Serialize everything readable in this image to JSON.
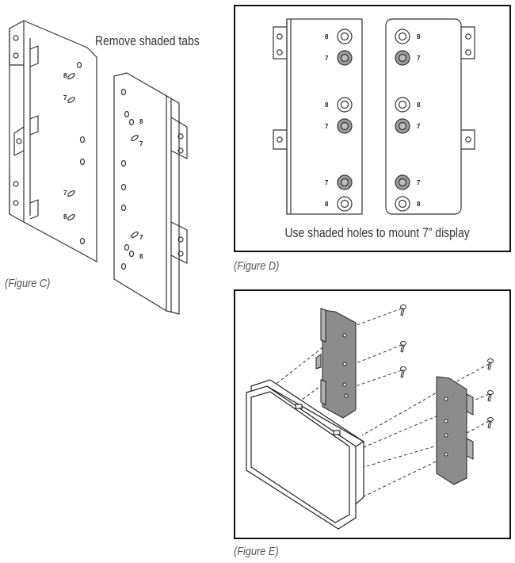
{
  "figure_c": {
    "caption": "(Figure C)",
    "note": "Remove shaded tabs",
    "labels": {
      "seven": "7",
      "eight": "8"
    }
  },
  "figure_d": {
    "caption": "(Figure D)",
    "note": "Use shaded holes to mount 7” display",
    "labels": {
      "seven": "7",
      "eight": "8"
    }
  },
  "figure_e": {
    "caption": "(Figure E)"
  },
  "colors": {
    "line": "#333333",
    "shaded_hole": "#9a9a9a",
    "bracket_fill": "#8c8c8c",
    "frame_border": "#111111"
  }
}
